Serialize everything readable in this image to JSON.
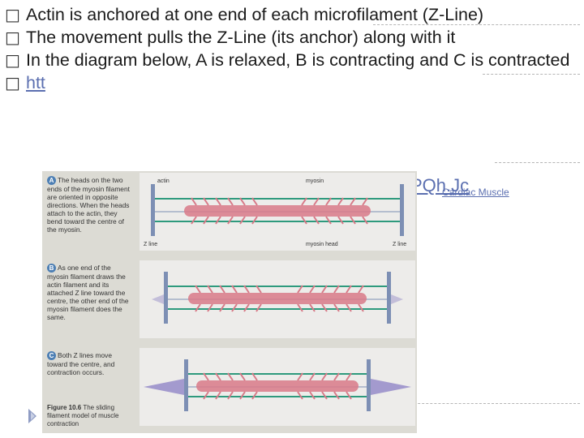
{
  "bullets": [
    {
      "marker": "□",
      "text": "Actin is anchored at one end of each microfilament (Z-Line)"
    },
    {
      "marker": "□",
      "text": "The movement pulls the Z-Line (its anchor) along with it"
    },
    {
      "marker": "□",
      "text": "In the diagram below, A is relaxed, B is contracting and C is contracted"
    },
    {
      "marker": "□",
      "link": "htt"
    }
  ],
  "overlay_link_text": "PQh.Jc",
  "cardiac_link": "Cardiac Muscle",
  "figure": {
    "caption_a_letter": "A",
    "caption_a": "The heads on the two ends of the myosin filament are oriented in opposite directions. When the heads attach to the actin, they bend toward the centre of the myosin.",
    "caption_b_letter": "B",
    "caption_b": "As one end of the myosin filament draws the actin filament and its attached Z line toward the centre, the other end of the myosin filament does the same.",
    "caption_c_letter": "C",
    "caption_c": "Both Z lines move toward the centre, and contraction occurs.",
    "fig_title": "Figure 10.6",
    "fig_text": "The sliding filament model of muscle contraction",
    "labels": {
      "actin": "actin",
      "myosin": "myosin",
      "zline_left": "Z line",
      "zline_right": "Z line",
      "myosin_head": "myosin head"
    }
  },
  "colors": {
    "accent": "#5b6fb0",
    "actin": "#2e9a7d",
    "myosin": "#d87a88",
    "zline": "#7d8fb4",
    "panel_bg": "#edecea",
    "figure_bg": "#dcdbd4"
  }
}
